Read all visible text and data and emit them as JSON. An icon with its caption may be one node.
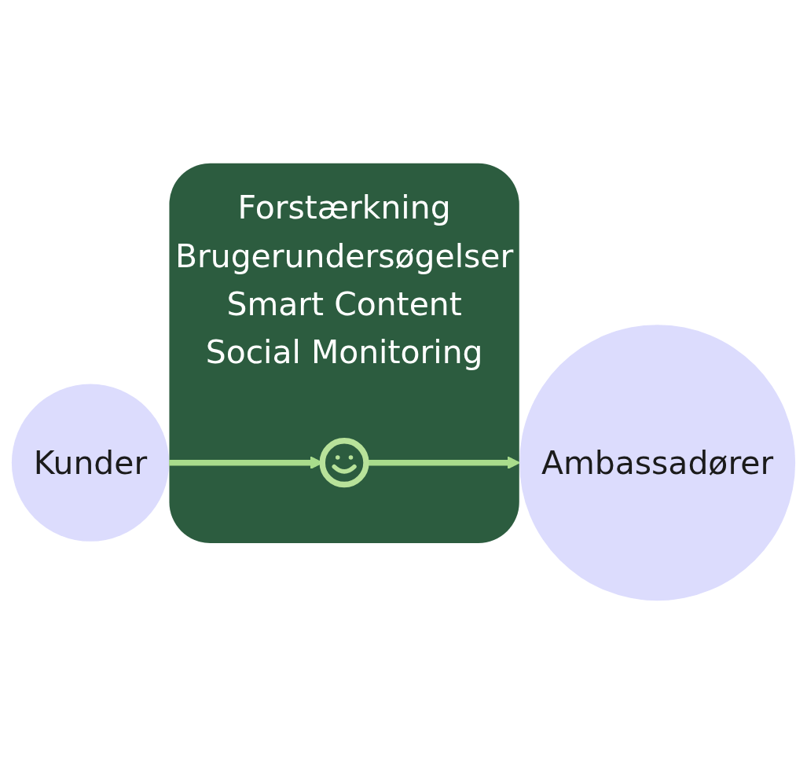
{
  "diagram": {
    "nodes": [
      {
        "text": [
          "Forstærkning",
          "Brugerundersøgelser",
          "Smart Content",
          "Social Monitoring"
        ]
      },
      {
        "text": [
          "Kunder"
        ]
      },
      {
        "text": [],
        "shape": "smiley",
        "in": 0
      },
      {
        "text": [
          "Ambassadører"
        ]
      }
    ],
    "edges": [
      {
        "from": 1,
        "to": 2,
        "arrow": "to"
      },
      {
        "from": 2,
        "to": 3,
        "arrow": "to"
      }
    ]
  }
}
